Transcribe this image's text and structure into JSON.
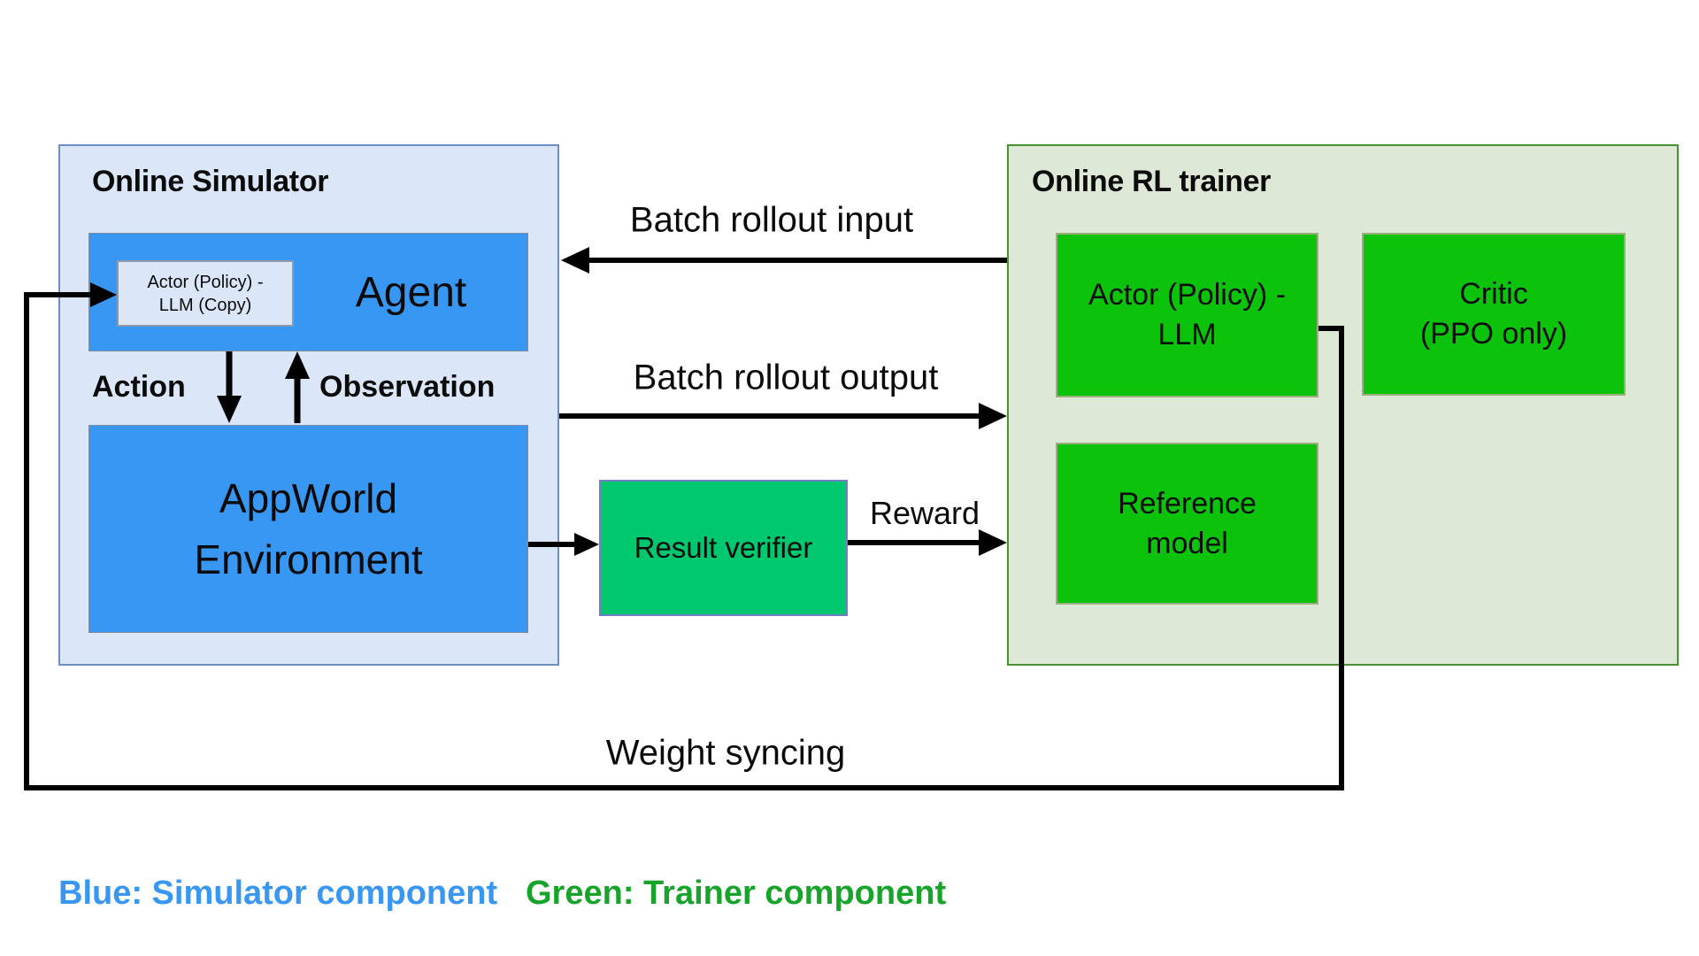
{
  "simulator": {
    "title": "Online Simulator",
    "agent": {
      "label": "Agent",
      "copy_model": {
        "line1": "Actor (Policy) -",
        "line2": "LLM (Copy)"
      }
    },
    "action_label": "Action",
    "observation_label": "Observation",
    "environment": {
      "line1": "AppWorld",
      "line2": "Environment"
    }
  },
  "trainer": {
    "title": "Online RL trainer",
    "actor": {
      "line1": "Actor (Policy) -",
      "line2": "LLM"
    },
    "critic": {
      "line1": "Critic",
      "line2": "(PPO only)"
    },
    "reference": {
      "line1": "Reference",
      "line2": "model"
    }
  },
  "verifier": {
    "label": "Result verifier"
  },
  "arrows": {
    "batch_rollout_input": "Batch rollout input",
    "batch_rollout_output": "Batch rollout output",
    "reward": "Reward",
    "weight_syncing": "Weight syncing"
  },
  "legend": {
    "blue": "Blue: Simulator component",
    "green": "Green: Trainer component"
  },
  "colors": {
    "simulator_fill": "#dbe7f8",
    "simulator_border": "#6b8fc0",
    "blue_component": "#3897f3",
    "trainer_fill": "#dde9d6",
    "trainer_border": "#4a9133",
    "green_component": "#0cc30c",
    "verifier_fill": "#00c86e",
    "verifier_border": "#6f80c6",
    "legend_blue_text": "#3897f3",
    "legend_green_text": "#18a42b",
    "arrow": "#000000"
  }
}
